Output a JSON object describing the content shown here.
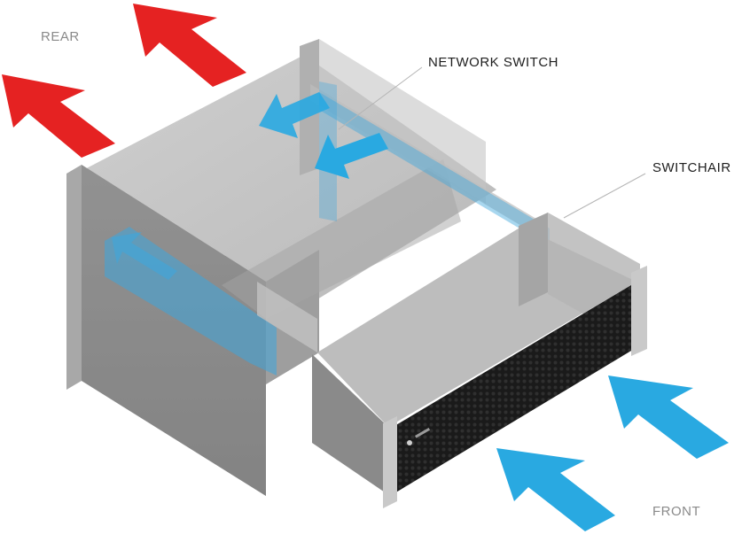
{
  "labels": {
    "rear": "REAR",
    "front": "FRONT",
    "network_switch": "NETWORK SWITCH",
    "switchair": "SWITCHAIR"
  },
  "colors": {
    "exhaust_arrow": "#e52222",
    "intake_arrow": "#29a9e1",
    "internal_flow": "#3ea6dc",
    "chassis_top": "#c8c8c8",
    "mesh_panel": "#1c1c1c"
  },
  "icons": {
    "hot_air": "arrow-up-left-icon",
    "cold_air": "arrow-up-left-icon"
  }
}
